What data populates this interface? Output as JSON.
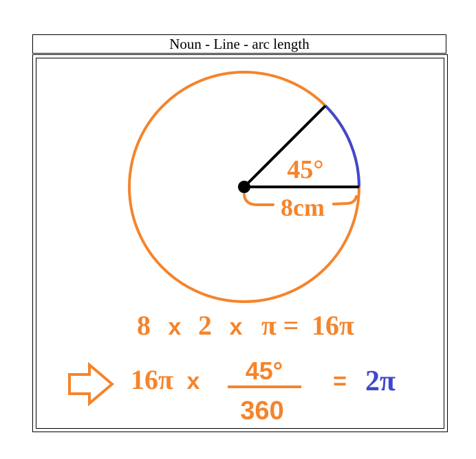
{
  "title": "Noun - Line - arc length",
  "colors": {
    "orange": "#F5842B",
    "blue": "#3F48CC",
    "black": "#000000"
  },
  "diagram": {
    "angle_label": "45°",
    "radius_label": "8cm"
  },
  "equation1": {
    "a": "8",
    "op1": "x",
    "b": "2",
    "op2": "x",
    "c": "π",
    "eq": "=",
    "result": "16π"
  },
  "equation2": {
    "arrow": "arrow-right-icon",
    "lhs": "16π",
    "op": "x",
    "numerator": "45°",
    "denominator": "360",
    "eq": "=",
    "result": "2π"
  }
}
